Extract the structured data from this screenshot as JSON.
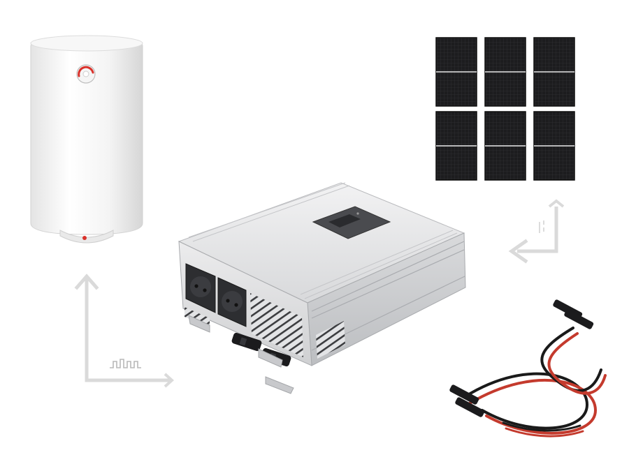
{
  "scene": {
    "background": "#ffffff",
    "objects": [
      {
        "name": "water-heater",
        "color": "#f2f2f2",
        "accent": "#d9322b"
      },
      {
        "name": "solar-panel-array",
        "panels": 6,
        "rows": 2,
        "columns": 3,
        "color": "#1c1c1e"
      },
      {
        "name": "solar-inverter",
        "color": "#dcdde0",
        "sockets": 2
      },
      {
        "name": "solar-cable-set",
        "colors": [
          "#1a1a1a",
          "#c43a2d"
        ]
      }
    ],
    "flow_arrows": [
      {
        "name": "dc-input-arrow",
        "direction": "left",
        "color": "#dadada"
      },
      {
        "name": "ac-output-arrow",
        "direction": "up",
        "color": "#dadada"
      }
    ],
    "icons": [
      "dc-symbol-icon",
      "square-wave-icon"
    ]
  }
}
